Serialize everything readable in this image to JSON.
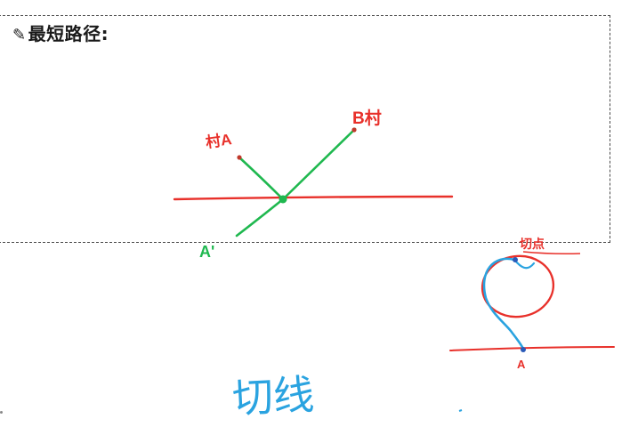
{
  "note": {
    "title": "最短路径:",
    "title_icon": "✎",
    "title_icon_name": "pencil-icon"
  },
  "annotations": {
    "village_a": "村A",
    "village_b": "B村",
    "reflection": "A'",
    "circle_label": "切点",
    "point_label": "A",
    "tangent_label": "切线"
  },
  "colors": {
    "red_ink": "#e8302a",
    "green_ink": "#1fb84f",
    "blue_ink": "#2aa3e0",
    "border": "#4a4a4a"
  }
}
